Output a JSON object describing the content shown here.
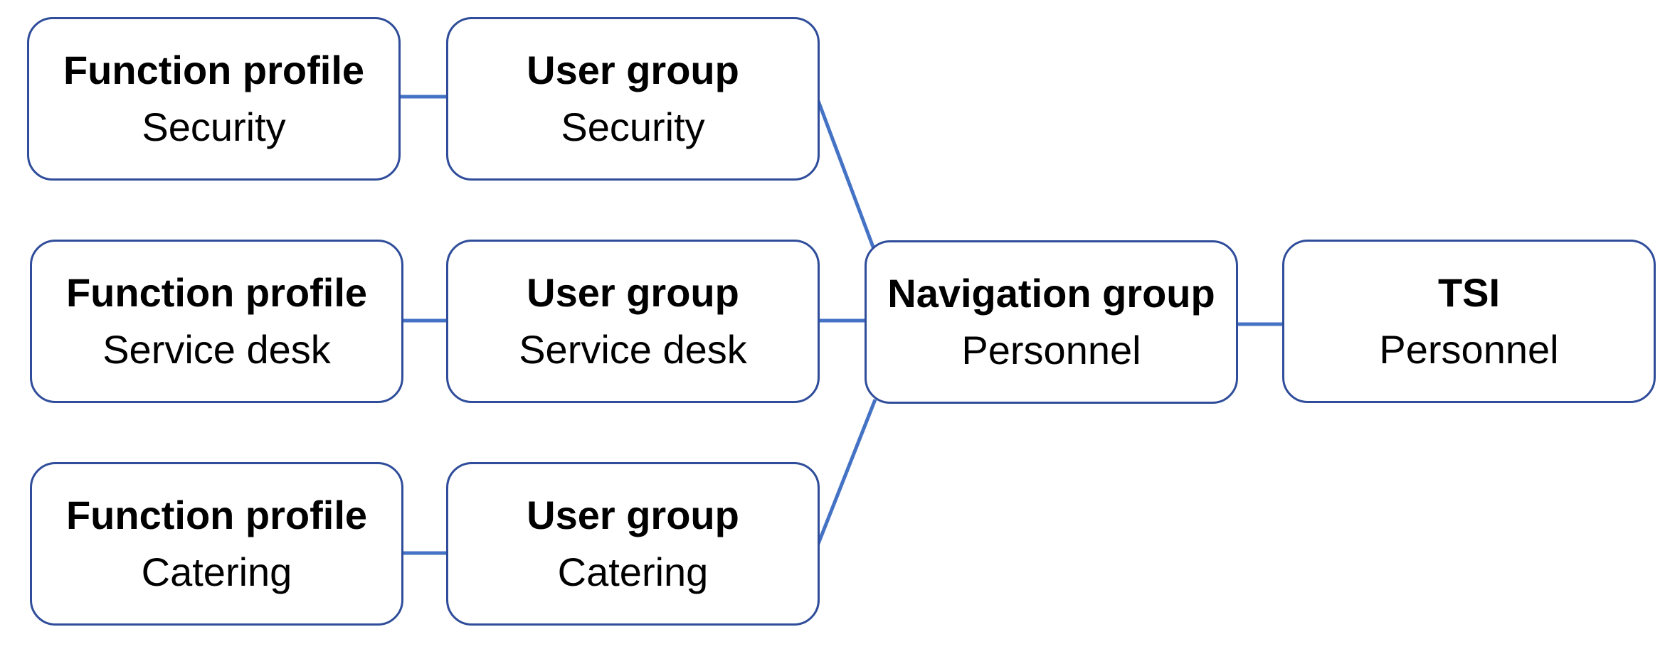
{
  "diagram": {
    "line_color": "#4472C4",
    "border_color": "#2F4D9A",
    "nodes": {
      "function_profile_security": {
        "title": "Function profile",
        "subtitle": "Security"
      },
      "user_group_security": {
        "title": "User group",
        "subtitle": "Security"
      },
      "function_profile_service_desk": {
        "title": "Function profile",
        "subtitle": "Service desk"
      },
      "user_group_service_desk": {
        "title": "User group",
        "subtitle": "Service desk"
      },
      "function_profile_catering": {
        "title": "Function profile",
        "subtitle": "Catering"
      },
      "user_group_catering": {
        "title": "User group",
        "subtitle": "Catering"
      },
      "navigation_group_personnel": {
        "title": "Navigation group",
        "subtitle": "Personnel"
      },
      "tsi_personnel": {
        "title": "TSI",
        "subtitle": "Personnel"
      }
    },
    "edges": [
      {
        "from": "function_profile_security",
        "to": "user_group_security"
      },
      {
        "from": "function_profile_service_desk",
        "to": "user_group_service_desk"
      },
      {
        "from": "function_profile_catering",
        "to": "user_group_catering"
      },
      {
        "from": "user_group_security",
        "to": "navigation_group_personnel"
      },
      {
        "from": "user_group_service_desk",
        "to": "navigation_group_personnel"
      },
      {
        "from": "user_group_catering",
        "to": "navigation_group_personnel"
      },
      {
        "from": "navigation_group_personnel",
        "to": "tsi_personnel"
      }
    ]
  }
}
